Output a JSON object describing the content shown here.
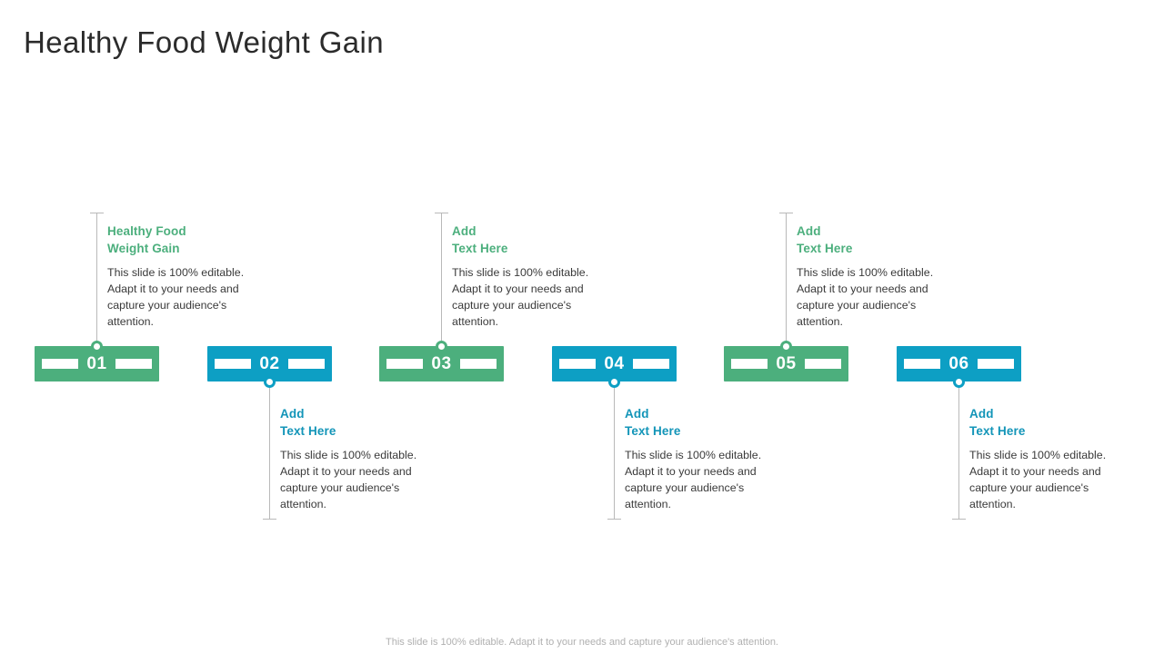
{
  "page_title": "Healthy Food Weight Gain",
  "colors": {
    "green": "#4caf7d",
    "teal": "#0d9fc4",
    "teal_text": "#1395b8",
    "body_text": "#3a3a3a",
    "footer_text": "#b0b0b0",
    "connector": "#b9b9b9",
    "title_text": "#2b2b2b"
  },
  "body_text": "This slide is 100% editable. Adapt it to your needs and capture your audience's attention.",
  "footer": {
    "note": "This slide is 100% editable. Adapt it to your needs and capture your audience's attention."
  },
  "nodes": [
    {
      "number": "01",
      "color": "green",
      "position": "up",
      "heading_line1": "Healthy Food",
      "heading_line2": "Weight Gain",
      "body": "This slide is 100% editable. Adapt it to your needs and capture your audience's attention."
    },
    {
      "number": "02",
      "color": "teal",
      "position": "down",
      "heading_line1": "Add",
      "heading_line2": "Text Here",
      "body": "This slide is 100% editable. Adapt it to your needs and capture your audience's attention."
    },
    {
      "number": "03",
      "color": "green",
      "position": "up",
      "heading_line1": "Add",
      "heading_line2": "Text Here",
      "body": "This slide is 100% editable. Adapt it to your needs and capture your audience's attention."
    },
    {
      "number": "04",
      "color": "teal",
      "position": "down",
      "heading_line1": "Add",
      "heading_line2": "Text Here",
      "body": "This slide is 100% editable. Adapt it to your needs and capture your audience's attention."
    },
    {
      "number": "05",
      "color": "green",
      "position": "up",
      "heading_line1": "Add",
      "heading_line2": "Text Here",
      "body": "This slide is 100% editable. Adapt it to your needs and capture your audience's attention."
    },
    {
      "number": "06",
      "color": "teal",
      "position": "down",
      "heading_line1": "Add",
      "heading_line2": "Text Here",
      "body": "This slide is 100% editable. Adapt it to your needs and capture your audience's attention."
    }
  ]
}
